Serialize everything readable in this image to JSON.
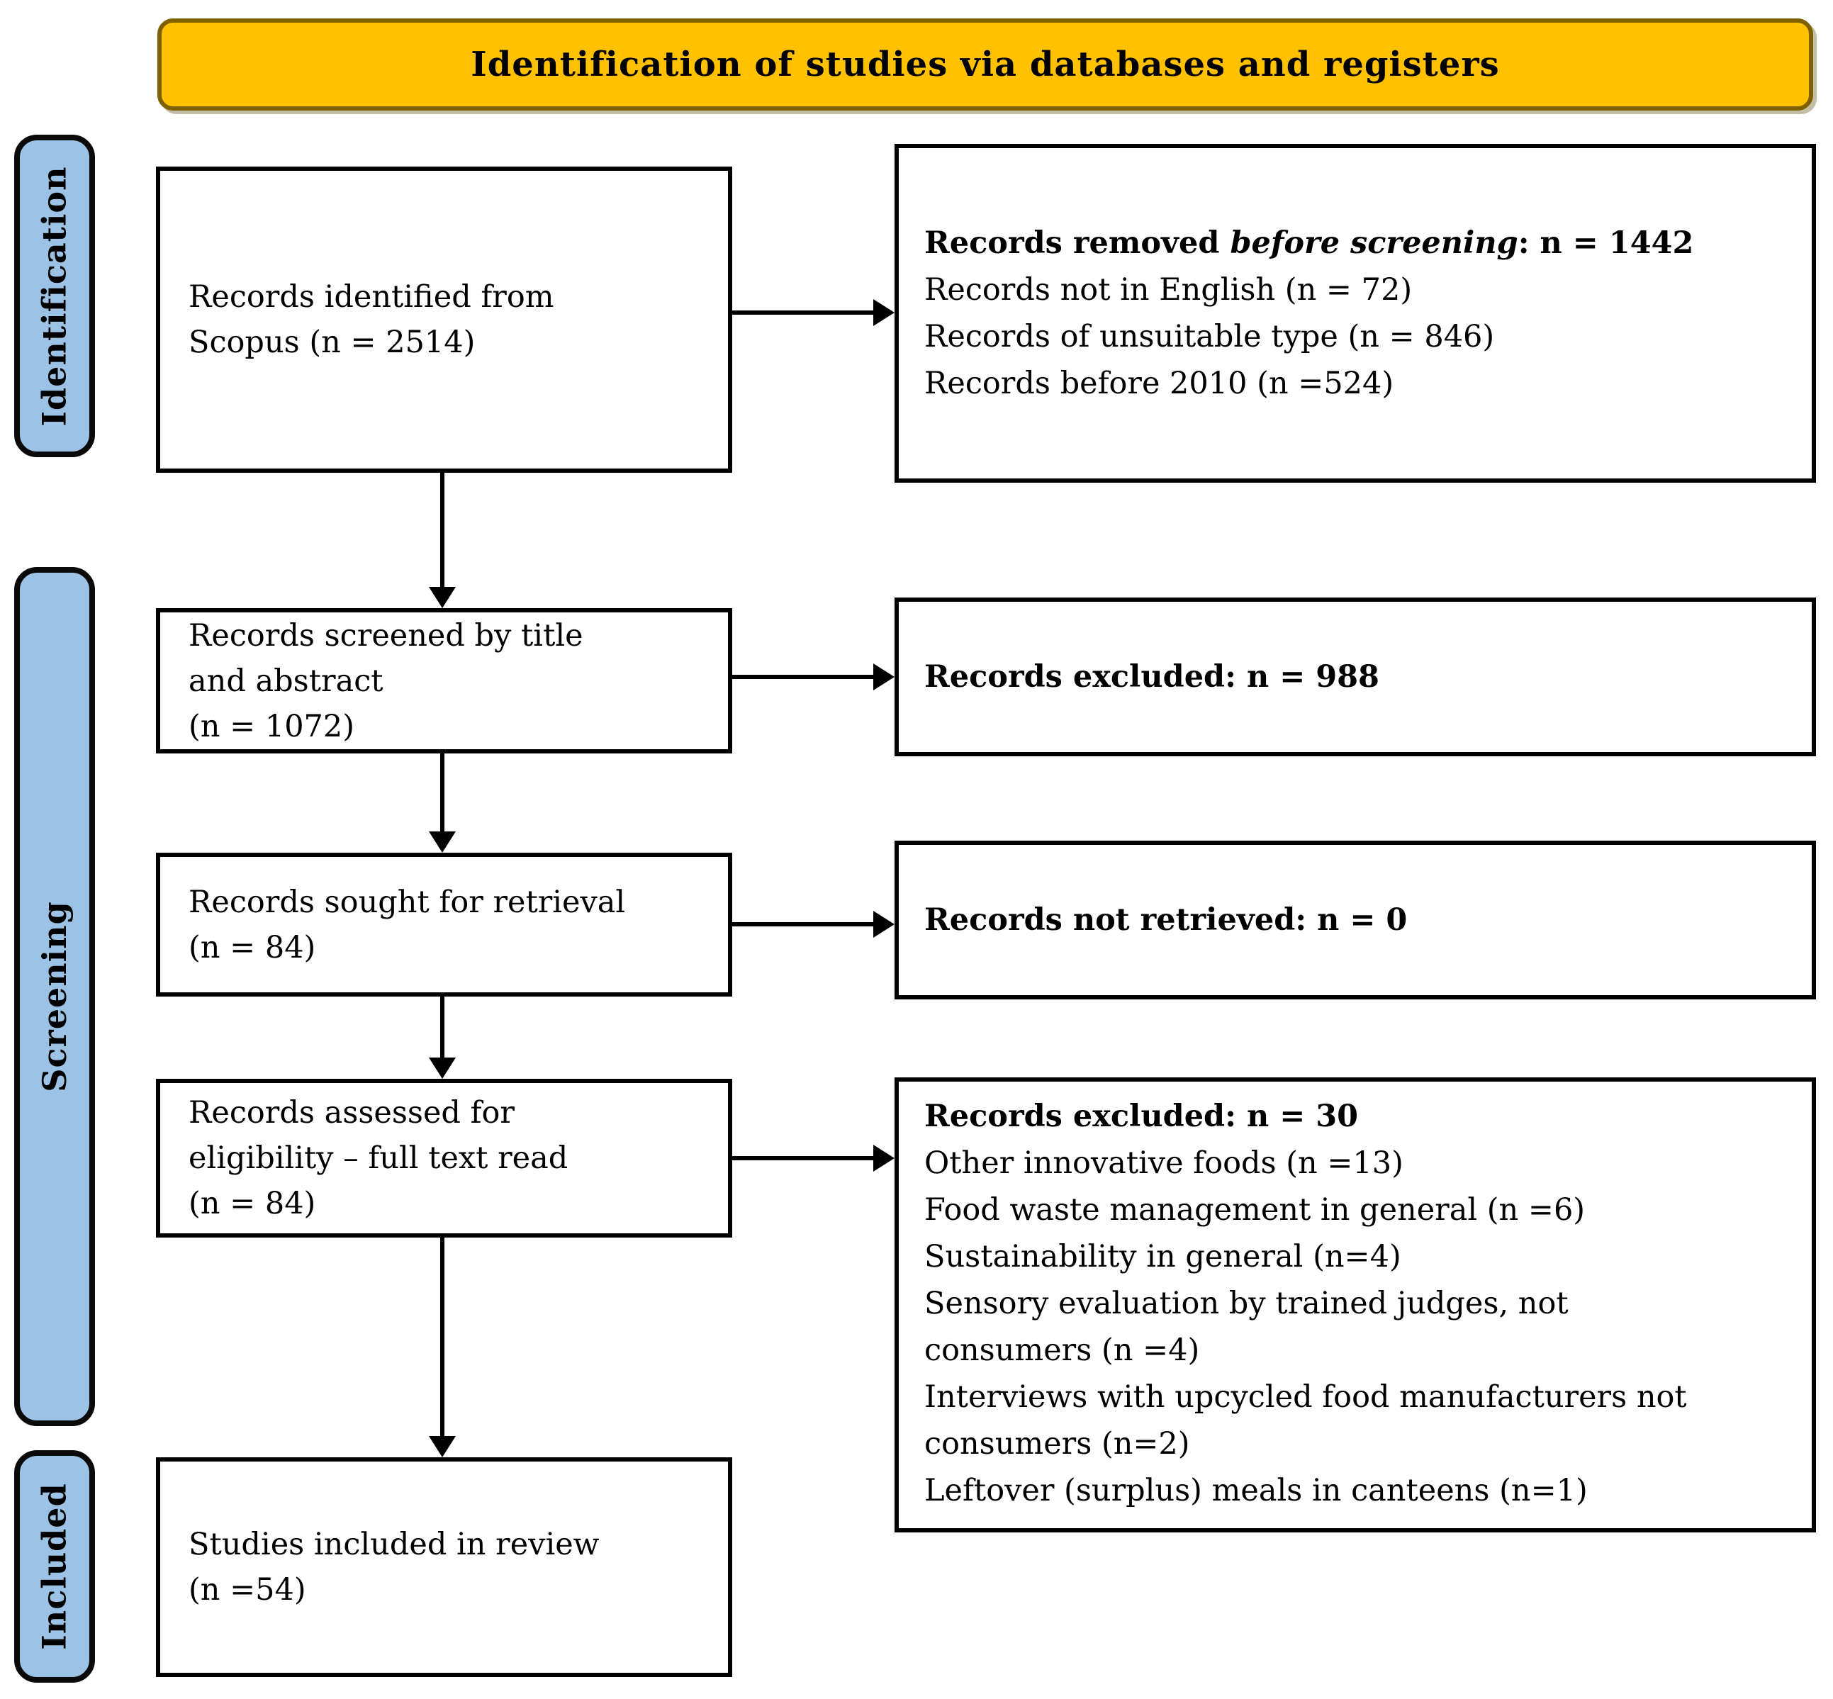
{
  "banner": {
    "title": "Identification of studies via databases and registers"
  },
  "stages": {
    "identification": "Identification",
    "screening": "Screening",
    "included": "Included"
  },
  "colors": {
    "banner_fill": "#FFC100",
    "banner_border": "#7F6000",
    "stage_fill": "#9CC3E5",
    "stage_border": "#000000",
    "box_border": "#000000",
    "arrow": "#000000",
    "text": "#000000"
  },
  "boxes": {
    "identified": {
      "lines": [
        "Records identified from",
        "Scopus (n = 2514)"
      ]
    },
    "removed": {
      "heading_prefix": "Records removed ",
      "heading_italic": "before screening",
      "heading_suffix": ": n = 1442",
      "items": [
        "Records not in English (n = 72)",
        "Records of unsuitable type (n = 846)",
        "Records before 2010 (n =524)"
      ]
    },
    "screened": {
      "lines": [
        "Records screened by title",
        "and abstract",
        "(n = 1072)"
      ]
    },
    "excluded_screening": {
      "heading": "Records excluded: n = 988"
    },
    "sought": {
      "lines": [
        "Records sought for retrieval",
        "(n = 84)"
      ]
    },
    "not_retrieved": {
      "heading": "Records not retrieved: n = 0"
    },
    "assessed": {
      "lines": [
        "Records assessed for",
        "eligibility – full text read",
        "(n = 84)"
      ]
    },
    "excluded_fulltext": {
      "heading": "Records excluded: n = 30",
      "items": [
        "Other innovative foods (n =13)",
        "Food waste management in general (n =6)",
        "Sustainability in general (n=4)",
        "Sensory evaluation by trained judges, not consumers (n =4)",
        "Interviews with upcycled food manufacturers not consumers (n=2)",
        "Leftover (surplus) meals in canteens (n=1)"
      ]
    },
    "included": {
      "lines": [
        "Studies included in review",
        "(n =54)"
      ]
    }
  }
}
